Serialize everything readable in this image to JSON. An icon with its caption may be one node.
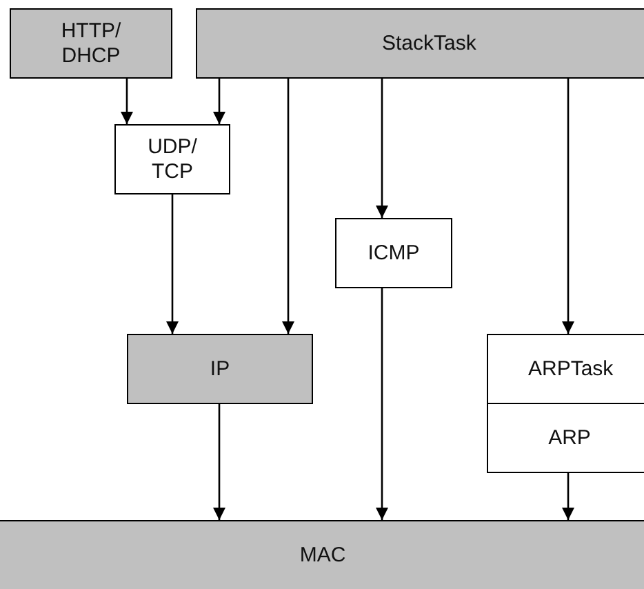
{
  "diagram": {
    "nodes": [
      {
        "text": [
          "HTTP/ DHCP"
        ]
      },
      {
        "text": [
          "StackTask"
        ]
      },
      {
        "text": [
          "UDP/ TCP"
        ]
      },
      {
        "text": [
          "ICMP"
        ]
      },
      {
        "text": [
          "IP"
        ]
      },
      {
        "text": [
          "ARPTask"
        ]
      },
      {
        "text": [
          "ARP"
        ]
      },
      {
        "text": [
          "MAC"
        ]
      }
    ],
    "edges": [
      {
        "from": 0,
        "to": 2,
        "arrow": "to"
      },
      {
        "from": 1,
        "to": 2,
        "arrow": "to"
      },
      {
        "from": 2,
        "to": 4,
        "arrow": "to"
      },
      {
        "from": 1,
        "to": 4,
        "arrow": "to"
      },
      {
        "from": 1,
        "to": 3,
        "arrow": "to"
      },
      {
        "from": 1,
        "to": 5,
        "arrow": "to"
      },
      {
        "from": 4,
        "to": 7,
        "arrow": "to"
      },
      {
        "from": 3,
        "to": 7,
        "arrow": "to"
      },
      {
        "from": 6,
        "to": 7,
        "arrow": "to"
      }
    ]
  }
}
